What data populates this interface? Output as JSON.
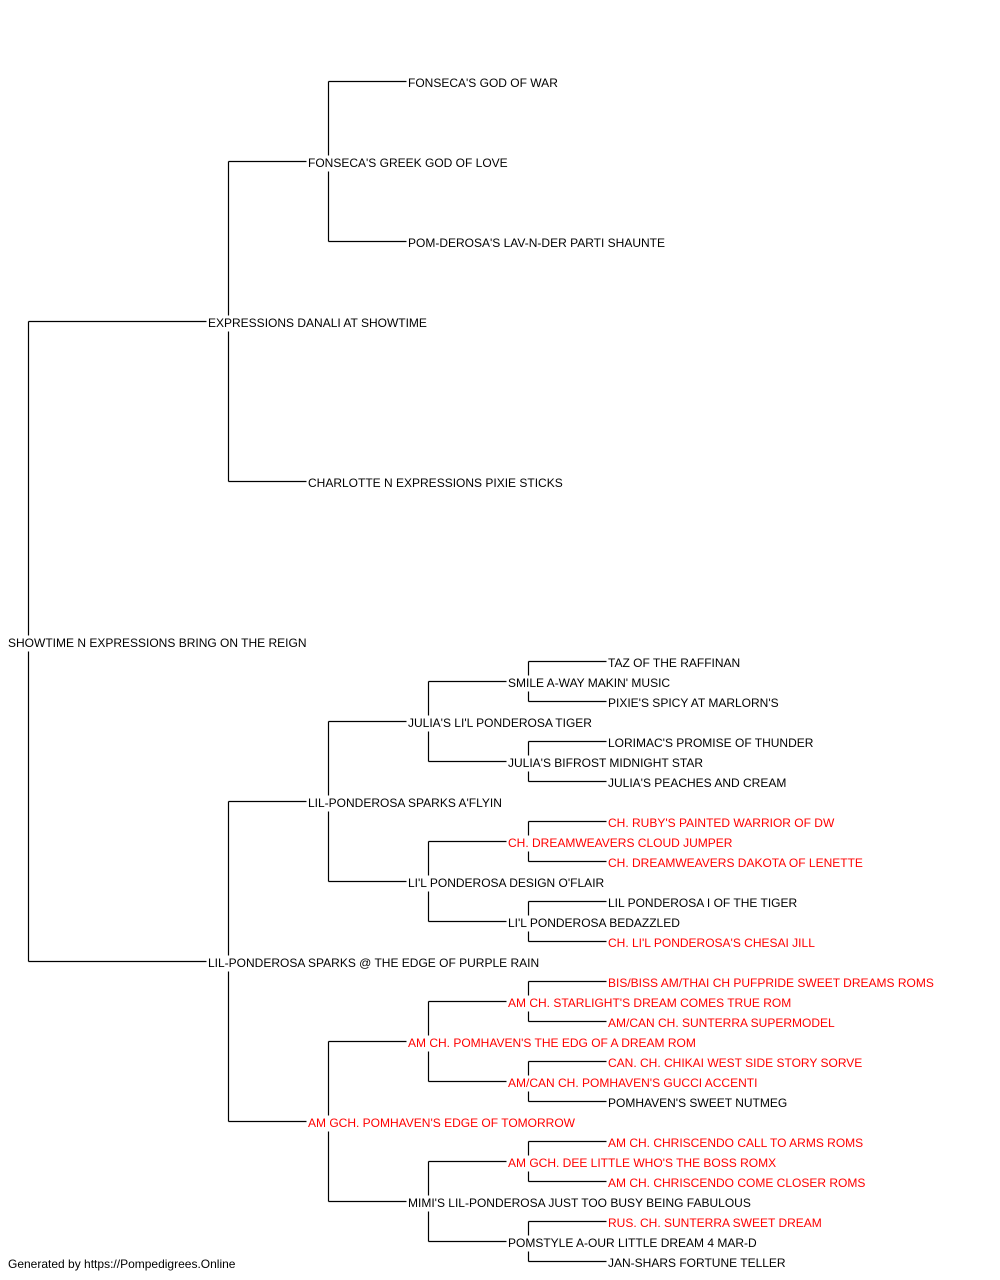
{
  "colors": {
    "line": "#000000",
    "text": "#000000",
    "titled": "#ff0000"
  },
  "footer": "Generated by https://Pompedigrees.Online",
  "pedigree": {
    "subject": {
      "name": "SHOWTIME N EXPRESSIONS BRING ON THE REIGN",
      "titled": false
    },
    "sire": {
      "name": "EXPRESSIONS DANALI AT SHOWTIME",
      "titled": false,
      "sire": {
        "name": "FONSECA'S GREEK GOD OF LOVE",
        "titled": false,
        "sire": {
          "name": "FONSECA'S GOD OF WAR",
          "titled": false
        },
        "dam": {
          "name": "POM-DEROSA'S LAV-N-DER PARTI SHAUNTE",
          "titled": false
        }
      },
      "dam": {
        "name": "CHARLOTTE N EXPRESSIONS PIXIE STICKS",
        "titled": false
      }
    },
    "dam": {
      "name": "LIL-PONDEROSA SPARKS @ THE EDGE OF PURPLE RAIN",
      "titled": false,
      "sire": {
        "name": "LIL-PONDEROSA SPARKS A'FLYIN",
        "titled": false,
        "sire": {
          "name": "JULIA'S LI'L PONDEROSA TIGER",
          "titled": false,
          "sire": {
            "name": "SMILE A-WAY MAKIN' MUSIC",
            "titled": false,
            "sire": {
              "name": "TAZ OF THE RAFFINAN",
              "titled": false
            },
            "dam": {
              "name": "PIXIE'S SPICY AT MARLORN'S",
              "titled": false
            }
          },
          "dam": {
            "name": "JULIA'S BIFROST MIDNIGHT STAR",
            "titled": false,
            "sire": {
              "name": "LORIMAC'S PROMISE OF THUNDER",
              "titled": false
            },
            "dam": {
              "name": "JULIA'S PEACHES AND CREAM",
              "titled": false
            }
          }
        },
        "dam": {
          "name": "LI'L PONDEROSA DESIGN O'FLAIR",
          "titled": false,
          "sire": {
            "name": "CH. DREAMWEAVERS CLOUD JUMPER",
            "titled": true,
            "sire": {
              "name": "CH. RUBY'S PAINTED WARRIOR OF DW",
              "titled": true
            },
            "dam": {
              "name": "CH. DREAMWEAVERS DAKOTA OF LENETTE",
              "titled": true
            }
          },
          "dam": {
            "name": "LI'L PONDEROSA BEDAZZLED",
            "titled": false,
            "sire": {
              "name": "LIL PONDEROSA I OF THE TIGER",
              "titled": false
            },
            "dam": {
              "name": "CH. LI'L PONDEROSA'S CHESAI JILL",
              "titled": true
            }
          }
        }
      },
      "dam": {
        "name": "AM GCH. POMHAVEN'S EDGE OF TOMORROW",
        "titled": true,
        "sire": {
          "name": "AM CH. POMHAVEN'S THE EDG OF A DREAM ROM",
          "titled": true,
          "sire": {
            "name": "AM CH. STARLIGHT'S DREAM COMES TRUE ROM",
            "titled": true,
            "sire": {
              "name": "BIS/BISS AM/THAI CH PUFPRIDE SWEET DREAMS ROMS",
              "titled": true
            },
            "dam": {
              "name": "AM/CAN CH. SUNTERRA SUPERMODEL",
              "titled": true
            }
          },
          "dam": {
            "name": "AM/CAN CH. POMHAVEN'S GUCCI ACCENTI",
            "titled": true,
            "sire": {
              "name": "CAN. CH. CHIKAI WEST SIDE STORY SORVE",
              "titled": true
            },
            "dam": {
              "name": "POMHAVEN'S SWEET NUTMEG",
              "titled": false
            }
          }
        },
        "dam": {
          "name": "MIMI'S LIL-PONDEROSA JUST TOO BUSY BEING FABULOUS",
          "titled": false,
          "sire": {
            "name": "AM GCH. DEE LITTLE WHO'S THE BOSS ROMX",
            "titled": true,
            "sire": {
              "name": "AM CH. CHRISCENDO CALL TO ARMS ROMS",
              "titled": true
            },
            "dam": {
              "name": "AM CH. CHRISCENDO COME CLOSER ROMS",
              "titled": true
            }
          },
          "dam": {
            "name": "POMSTYLE A-OUR LITTLE DREAM 4 MAR-D",
            "titled": false,
            "sire": {
              "name": "RUS. CH. SUNTERRA SWEET DREAM",
              "titled": true
            },
            "dam": {
              "name": "JAN-SHARS FORTUNE TELLER",
              "titled": false
            }
          }
        }
      }
    }
  }
}
